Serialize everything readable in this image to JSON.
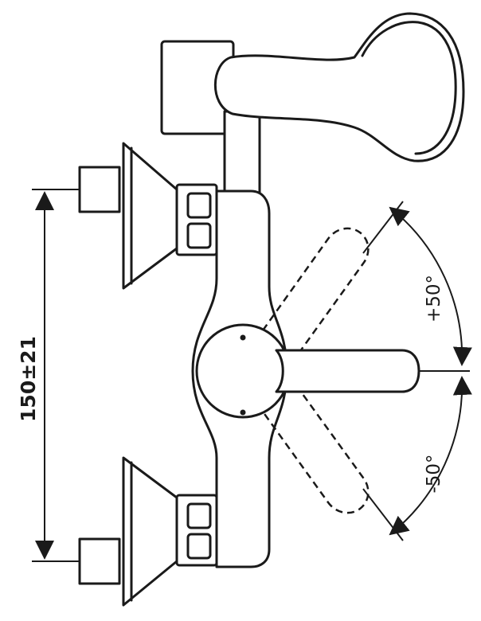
{
  "dimensions": {
    "spacing": "150±21",
    "angle_positive": "+50°",
    "angle_negative": "-50°"
  },
  "colors": {
    "line": "#1a1a1a",
    "background": "#ffffff"
  }
}
